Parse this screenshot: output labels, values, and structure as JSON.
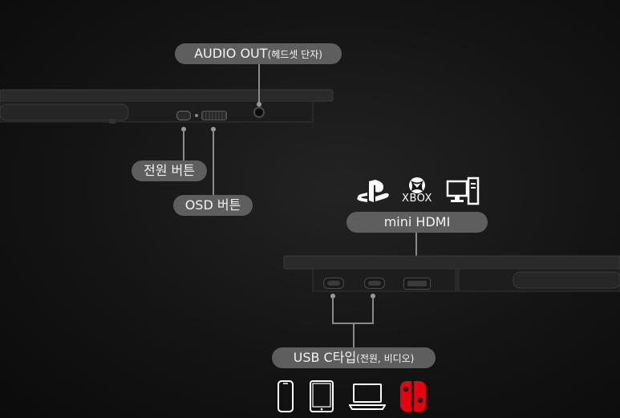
{
  "labels": {
    "audio_main": "AUDIO OUT",
    "audio_sub": "(헤드셋 단자)",
    "power_button": "전원 버튼",
    "osd_button": "OSD 버튼",
    "mini_hdmi": "mini HDMI",
    "usbc_main": "USB C타입",
    "usbc_sub": "(전원, 비디오)",
    "xbox": "XBOX"
  },
  "colors": {
    "background": "#141414",
    "pill": "#5e5e5e",
    "switch_red": "#e60012"
  },
  "icons": {
    "hdmi_devices": [
      "playstation-icon",
      "xbox-icon",
      "desktop-pc-icon"
    ],
    "usbc_devices": [
      "smartphone-icon",
      "tablet-icon",
      "laptop-icon",
      "nintendo-switch-icon"
    ]
  }
}
